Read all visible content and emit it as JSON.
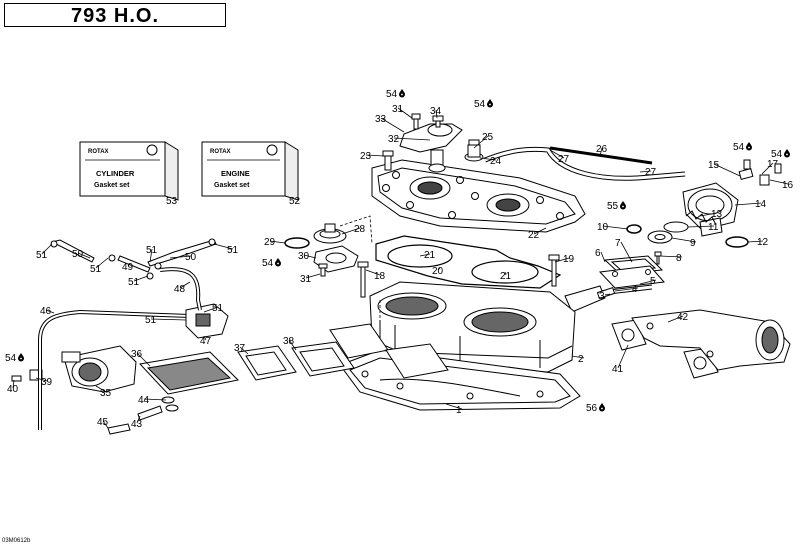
{
  "title": "793 H.O.",
  "reference": "03M0612b",
  "gasket_sets": [
    {
      "brand": "ROTAX",
      "line1": "CYLINDER",
      "line2": "Gasket set",
      "number": "53"
    },
    {
      "brand": "ROTAX",
      "line1": "ENGINE",
      "line2": "Gasket set",
      "number": "52"
    }
  ],
  "callouts": [
    {
      "label": "54"
    },
    {
      "label": "31"
    },
    {
      "label": "34"
    },
    {
      "label": "54"
    },
    {
      "label": "33"
    },
    {
      "label": "32"
    },
    {
      "label": "25"
    },
    {
      "label": "23"
    },
    {
      "label": "24"
    },
    {
      "label": "27"
    },
    {
      "label": "26"
    },
    {
      "label": "27"
    },
    {
      "label": "54"
    },
    {
      "label": "54"
    },
    {
      "label": "15"
    },
    {
      "label": "17"
    },
    {
      "label": "16"
    },
    {
      "label": "14"
    },
    {
      "label": "22"
    },
    {
      "label": "55"
    },
    {
      "label": "10"
    },
    {
      "label": "13"
    },
    {
      "label": "11"
    },
    {
      "label": "12"
    },
    {
      "label": "9"
    },
    {
      "label": "7"
    },
    {
      "label": "6"
    },
    {
      "label": "8"
    },
    {
      "label": "5"
    },
    {
      "label": "4"
    },
    {
      "label": "3"
    },
    {
      "label": "28"
    },
    {
      "label": "29"
    },
    {
      "label": "21"
    },
    {
      "label": "30"
    },
    {
      "label": "20"
    },
    {
      "label": "21"
    },
    {
      "label": "19"
    },
    {
      "label": "54"
    },
    {
      "label": "31"
    },
    {
      "label": "18"
    },
    {
      "label": "51"
    },
    {
      "label": "50"
    },
    {
      "label": "51"
    },
    {
      "label": "51"
    },
    {
      "label": "51"
    },
    {
      "label": "50"
    },
    {
      "label": "49"
    },
    {
      "label": "51"
    },
    {
      "label": "48"
    },
    {
      "label": "51"
    },
    {
      "label": "46"
    },
    {
      "label": "51"
    },
    {
      "label": "47"
    },
    {
      "label": "37"
    },
    {
      "label": "38"
    },
    {
      "label": "36"
    },
    {
      "label": "54"
    },
    {
      "label": "39"
    },
    {
      "label": "40"
    },
    {
      "label": "35"
    },
    {
      "label": "44"
    },
    {
      "label": "45"
    },
    {
      "label": "43"
    },
    {
      "label": "42"
    },
    {
      "label": "41"
    },
    {
      "label": "2"
    },
    {
      "label": "1"
    },
    {
      "label": "56"
    }
  ]
}
